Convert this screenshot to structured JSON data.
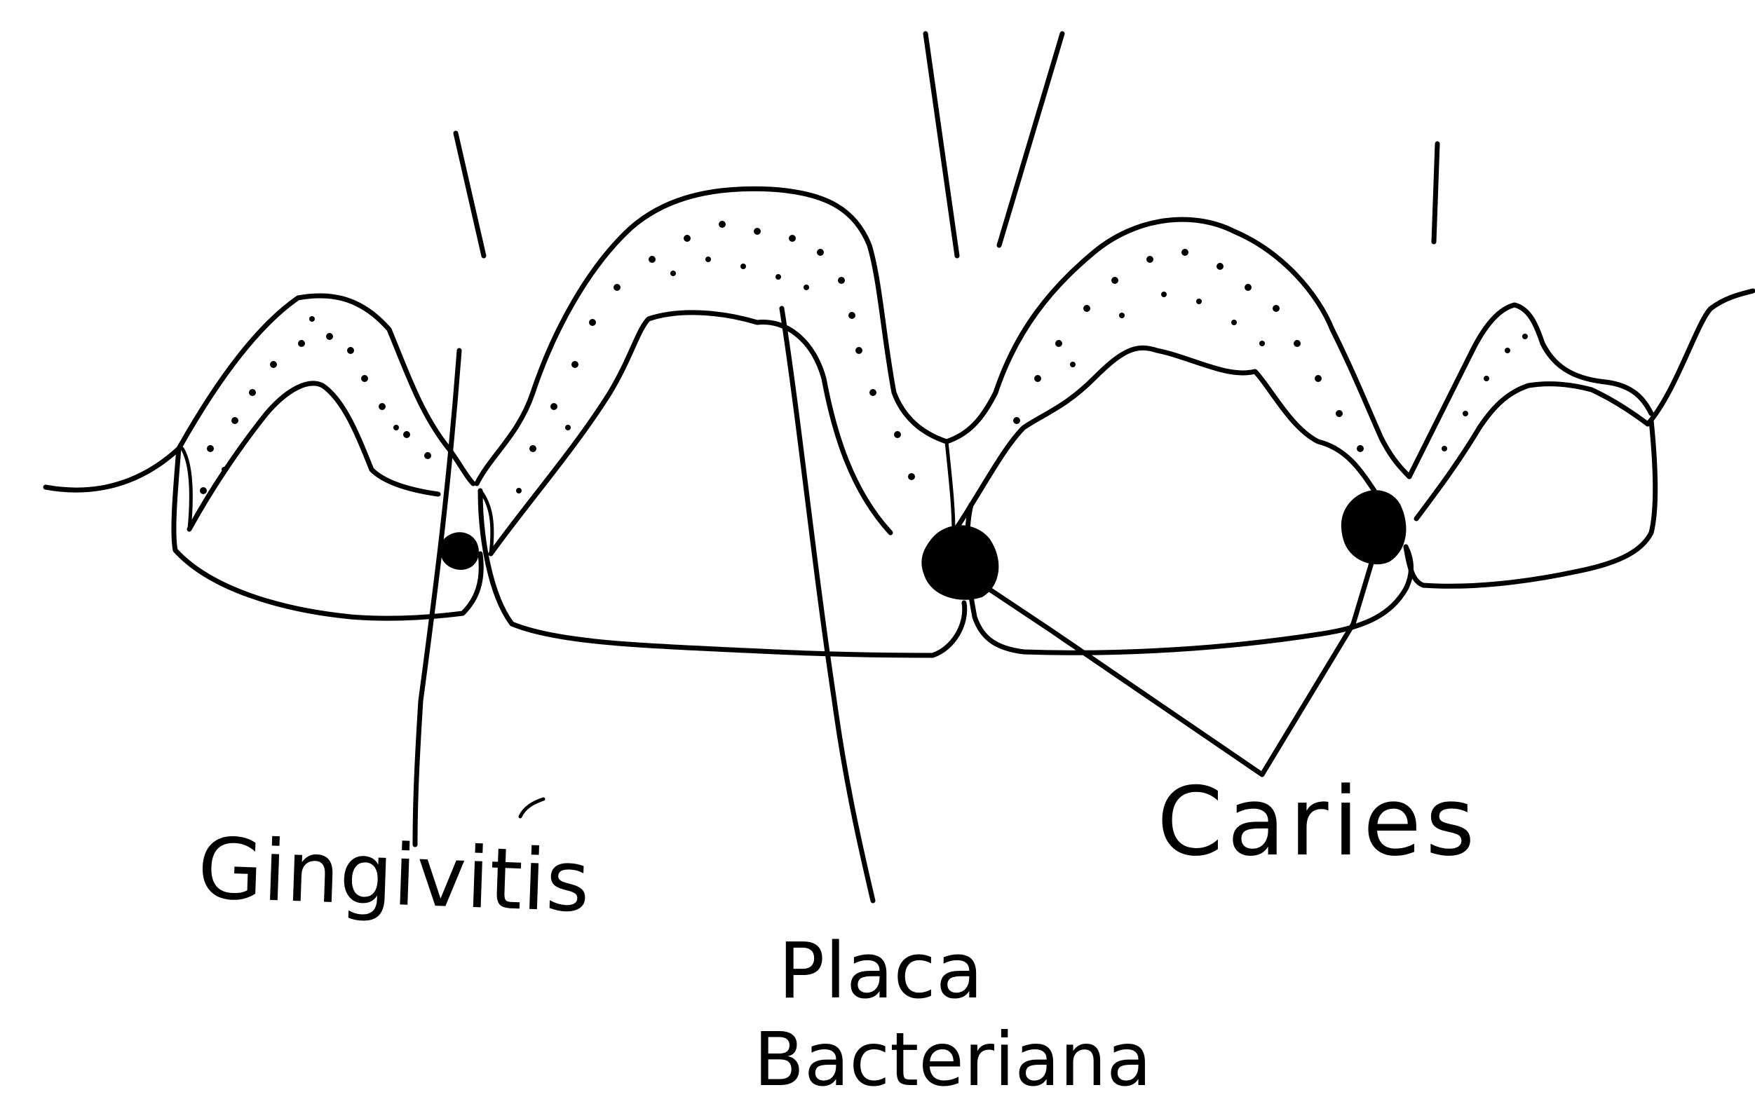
{
  "labels": {
    "gingivitis": "Gingivitis",
    "placa": "Placa",
    "bacteriana": "Bacteriana",
    "caries": "Caries"
  },
  "colors": {
    "ink": "#000000",
    "background": "#ffffff"
  }
}
